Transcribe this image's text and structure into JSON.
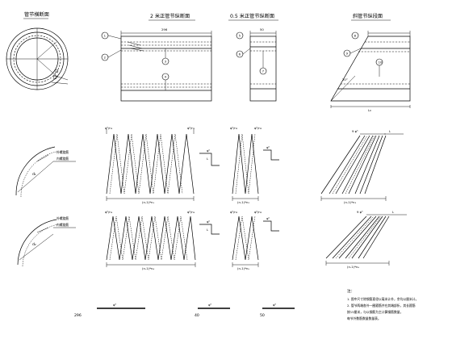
{
  "titles": {
    "pipe_cross_section": "管节横断面",
    "long_pipe_section": "2 米正管节纵断面",
    "short_pipe_section": "0.5 米正管节纵断面",
    "skew_pipe_section": "斜管节纵段面"
  },
  "dims": {
    "long_width": "296",
    "short_width": "50",
    "skew_width": "Lc",
    "skew_angle": "20°",
    "zig1_bottom": "(n-1)*n₁",
    "zig2_bottom": "(n-1)*n₂",
    "fan1_bottom": "(n-1)*n₃",
    "zig3_bottom": "(n-1)*n₄",
    "zig4_bottom": "(n-1)*n₅",
    "fan2_bottom": "(n-1)*n₆",
    "bar1_len": "296",
    "bar2_len": "40",
    "bar3_len": "50"
  },
  "labels": {
    "d1": "d₁",
    "d2": "d₂",
    "outer_spiral": "外螺旋筋",
    "inner_spiral": "内螺旋筋",
    "phi5_1": "φ⁵",
    "phi5_2": "φ⁵",
    "phi5_L": "L",
    "phi6_1": "φ⁶",
    "phi6_2": "φ⁶",
    "top_label": "φ⁵/n₁",
    "top_label2": "φ⁵/n₂",
    "fan_top1": "9 φ⁵",
    "fan_top2": "L",
    "bar1_tag": "φ⁶",
    "bar2_tag": "φ⁶",
    "bar3_tag": "φ⁶"
  },
  "callouts": [
    "1",
    "2",
    "3",
    "4",
    "5",
    "6",
    "7",
    "8",
    "9",
    "10"
  ],
  "notes": {
    "heading": "注：",
    "line1": "1. 图中尺寸除钢筋直径以毫米计外，余均以厘米计。",
    "line2": "2. 管节两端各外一圈箍筋并在其端部折，其长箍筋",
    "line3": "   按15厘米，与以钢筋为主计算钢筋数量，",
    "line4": "   每节外数筋数量数量表。"
  }
}
